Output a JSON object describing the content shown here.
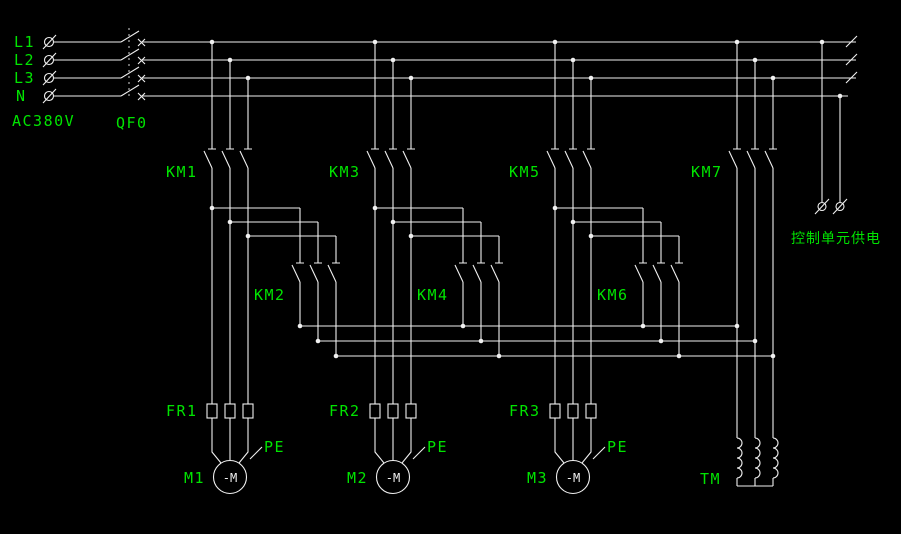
{
  "diagram": {
    "colors": {
      "background": "#000000",
      "wires": "#f0f0f0",
      "labels": "#00e400"
    },
    "supply": {
      "phases": [
        "L1",
        "L2",
        "L3"
      ],
      "neutral": "N",
      "voltage": "AC380V",
      "breaker": "QF0"
    },
    "contactors": {
      "km1": "KM1",
      "km2": "KM2",
      "km3": "KM3",
      "km4": "KM4",
      "km5": "KM5",
      "km6": "KM6",
      "km7": "KM7"
    },
    "relays": {
      "fr1": "FR1",
      "fr2": "FR2",
      "fr3": "FR3"
    },
    "motors": {
      "m1": "M1",
      "m2": "M2",
      "m3": "M3",
      "symbol": "-M"
    },
    "earth_label": "PE",
    "transformer_label": "TM",
    "control_supply_label": "控制单元供电"
  }
}
